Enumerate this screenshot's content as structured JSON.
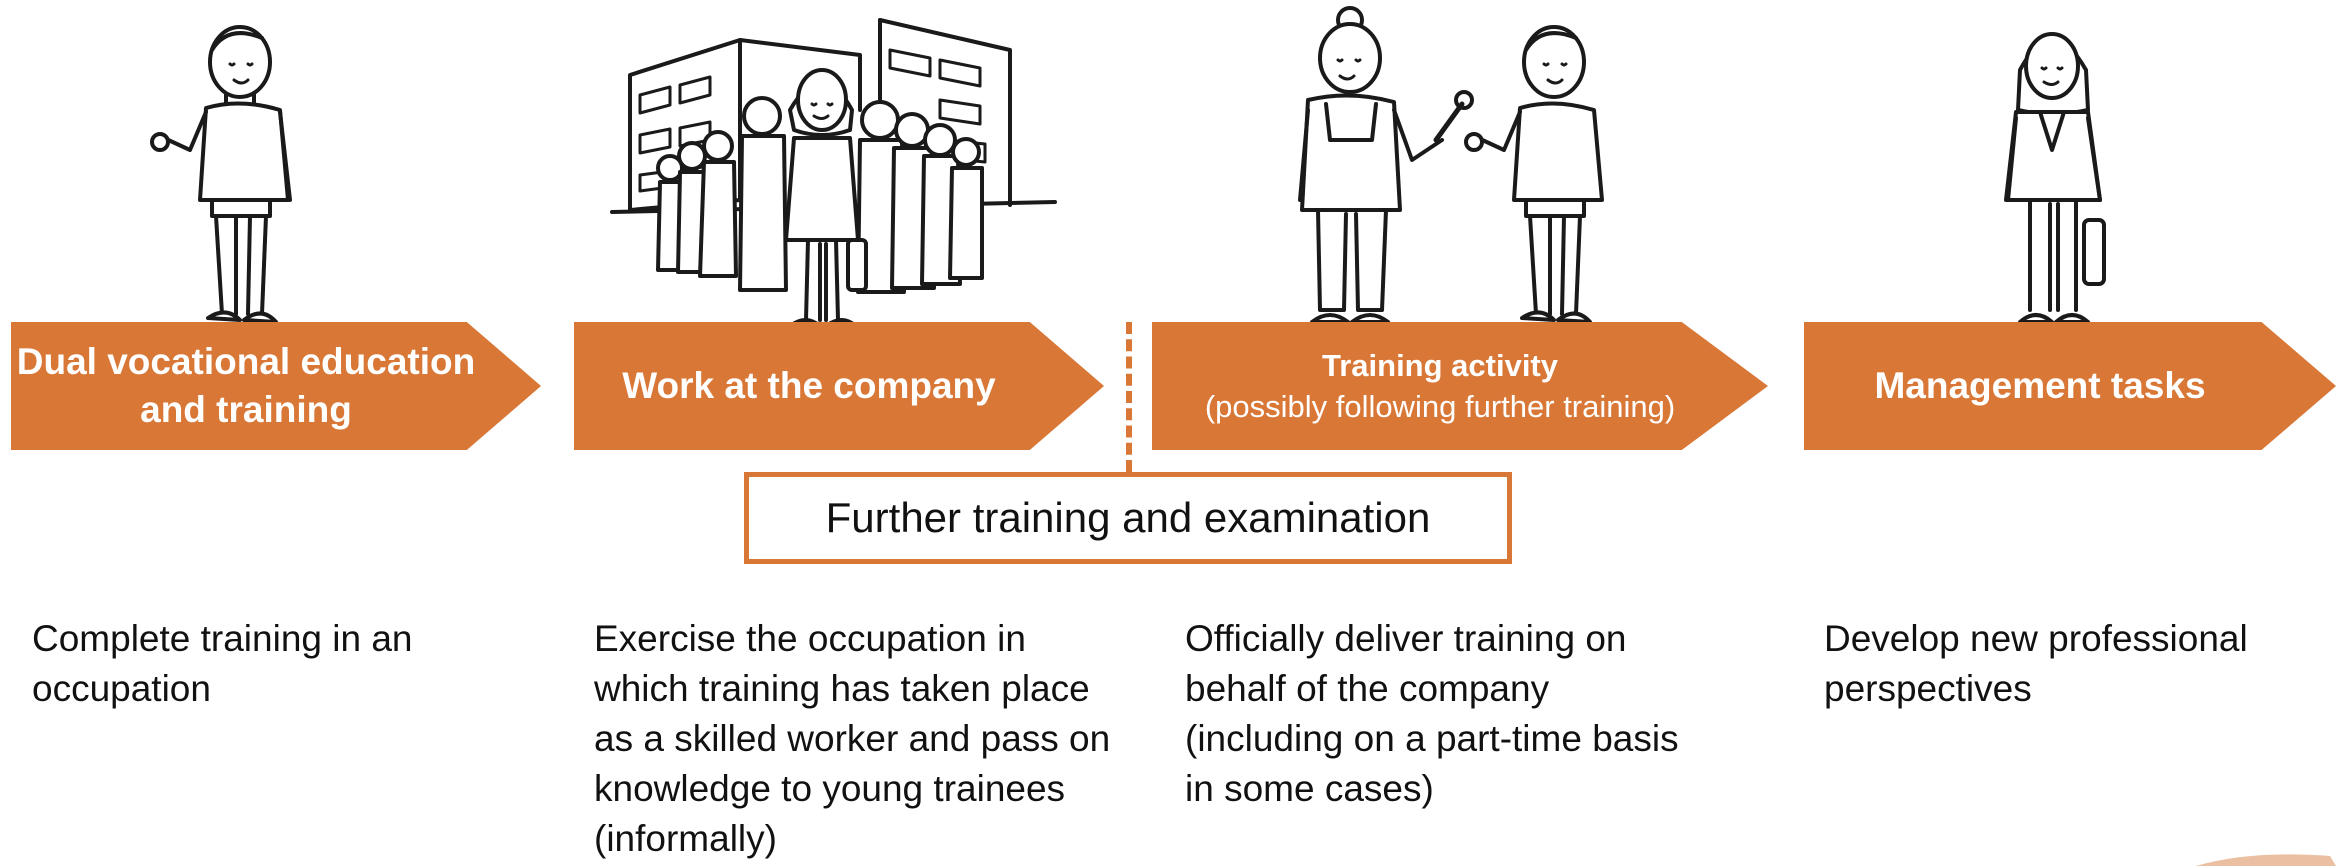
{
  "steps": [
    {
      "title": "Dual vocational education and training",
      "subtitle": "",
      "description": "Complete training in an occupation"
    },
    {
      "title": "Work at the company",
      "subtitle": "",
      "description": "Exercise the occupation in which training has taken place as a skilled worker and pass on knowledge to young trainees (informally)"
    },
    {
      "title": "Training activity",
      "subtitle": "(possibly following further training)",
      "description": "Officially deliver training on behalf of the company (including on a part-time basis in some cases)"
    },
    {
      "title": "Management tasks",
      "subtitle": "",
      "description": "Develop new professional perspectives"
    }
  ],
  "further_training": {
    "label": "Further training and examination"
  },
  "colors": {
    "accent": "#d97736",
    "text": "#111111",
    "line": "#1a1a1a"
  },
  "illustrations": [
    "person-waving-icon",
    "building-with-group-icon",
    "worker-with-wrench-and-person-icon",
    "manager-with-briefcase-icon"
  ]
}
